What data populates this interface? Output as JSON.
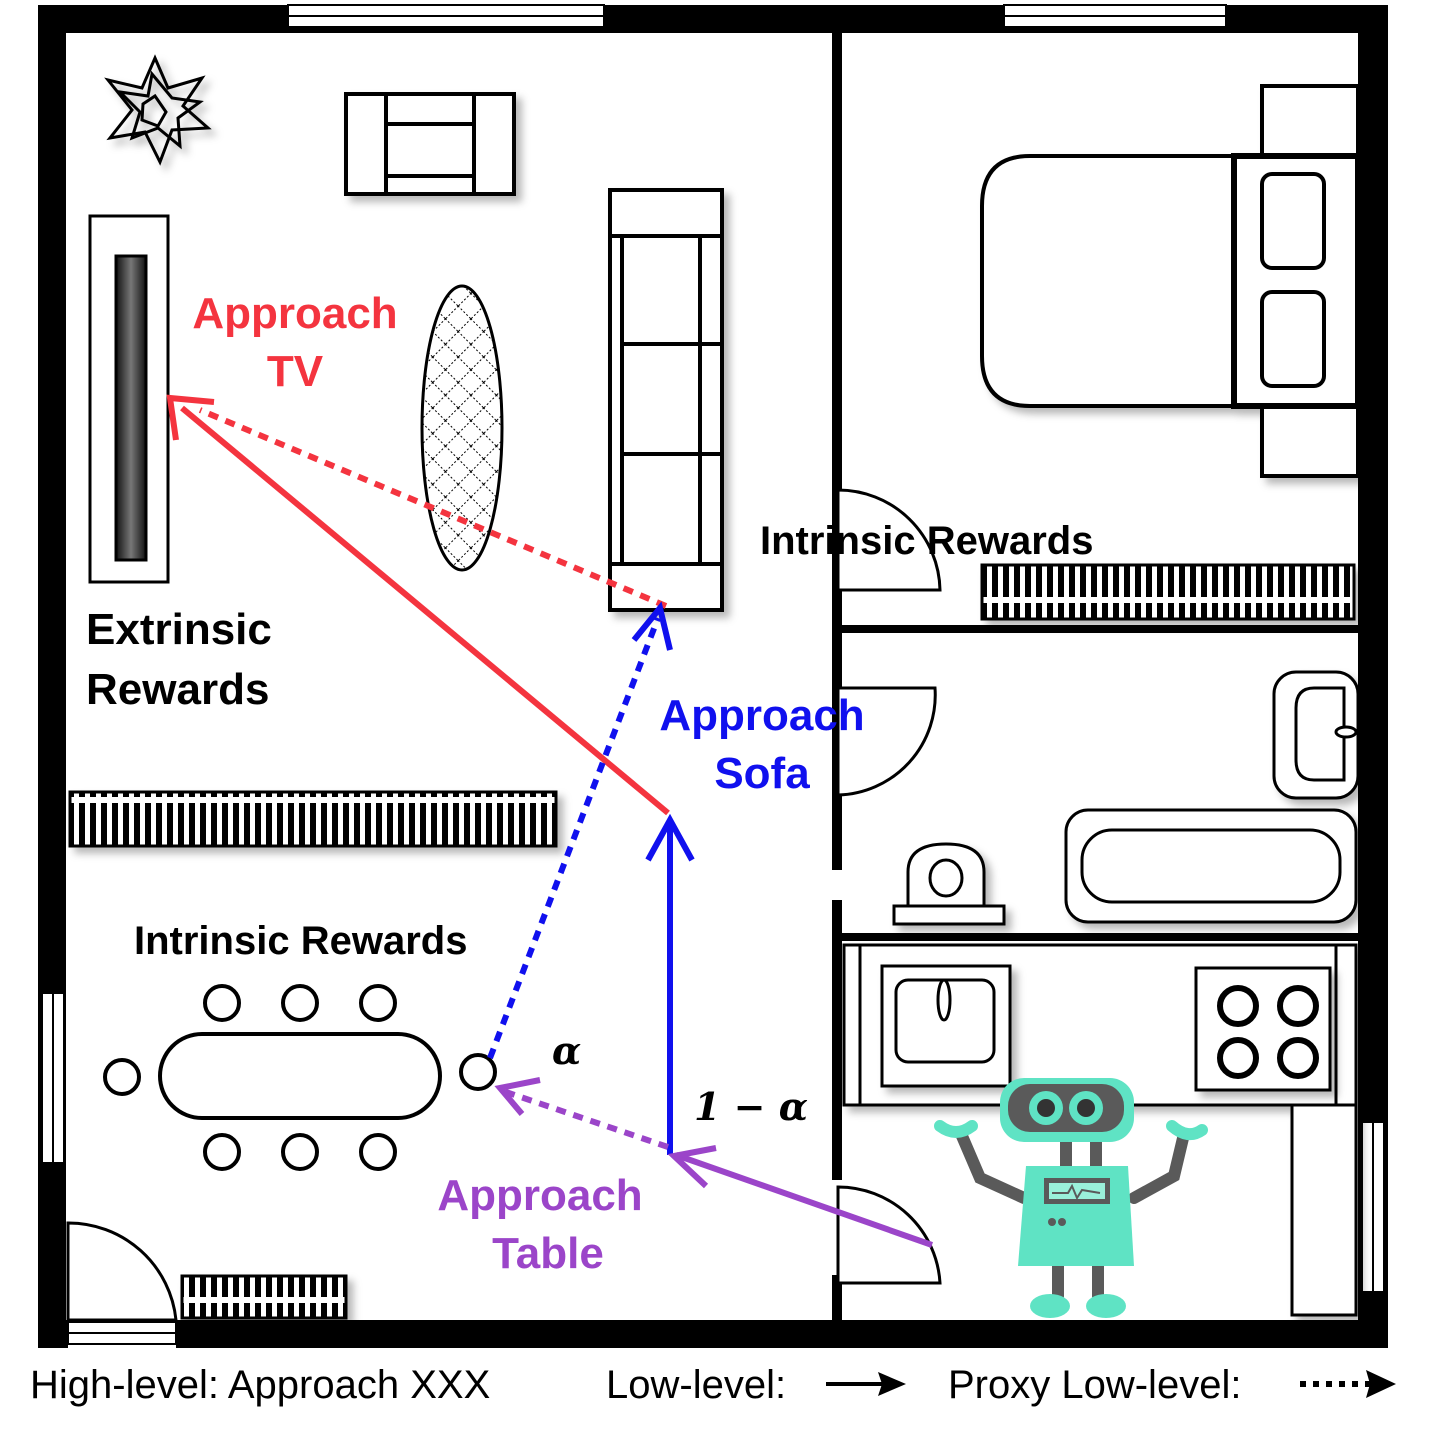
{
  "labels": {
    "approach_tv": [
      "Approach",
      "TV"
    ],
    "approach_sofa": [
      "Approach",
      "Sofa"
    ],
    "approach_table": [
      "Approach",
      "Table"
    ],
    "extrinsic": [
      "Extrinsic",
      "Rewards"
    ],
    "intrinsic_top": "Intrinsic Rewards",
    "intrinsic_bottom": "Intrinsic Rewards",
    "alpha": "α",
    "one_minus_alpha": "1 − α"
  },
  "legend": {
    "high_level": "High-level: Approach XXX",
    "low_level": "Low-level:",
    "proxy_low_level": "Proxy Low-level:"
  },
  "colors": {
    "tv": "#f4343f",
    "sofa": "#1010ee",
    "table": "#9b45c9",
    "wall": "#000000",
    "robot_body": "#5fe3c4",
    "robot_dark": "#5a5a5a"
  },
  "icons": [
    "star-lamp-icon",
    "armchair-icon",
    "sofa-icon",
    "tv-icon",
    "rug-icon",
    "bed-icon",
    "sink-icon",
    "toilet-icon",
    "bathtub-icon",
    "stove-icon",
    "robot-icon",
    "radiator-icon",
    "door-icon",
    "window-icon"
  ]
}
